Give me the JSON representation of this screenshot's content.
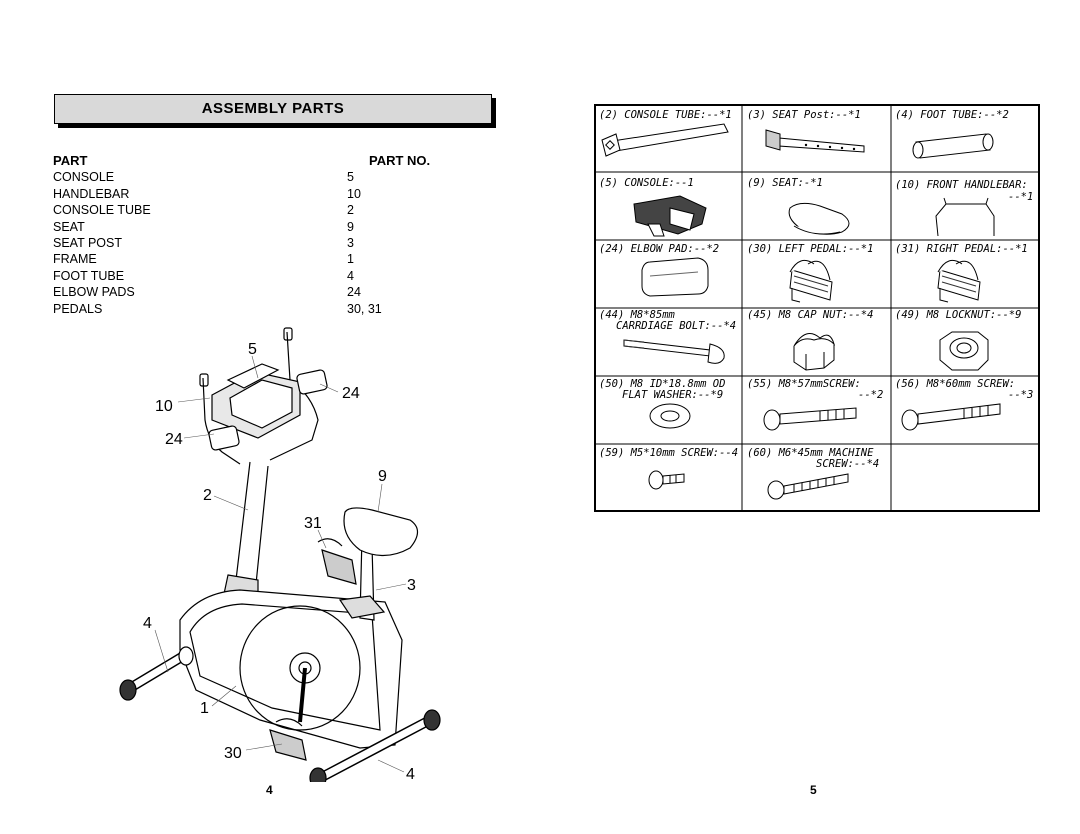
{
  "title": "ASSEMBLY PARTS",
  "table": {
    "header_part": "PART",
    "header_no": "PART NO.",
    "rows": [
      {
        "part": "CONSOLE",
        "no": "5"
      },
      {
        "part": "HANDLEBAR",
        "no": "10"
      },
      {
        "part": "CONSOLE TUBE",
        "no": "2"
      },
      {
        "part": "SEAT",
        "no": "9"
      },
      {
        "part": "SEAT POST",
        "no": "3"
      },
      {
        "part": "FRAME",
        "no": "1"
      },
      {
        "part": "FOOT TUBE",
        "no": "4"
      },
      {
        "part": "ELBOW PADS",
        "no": "24"
      },
      {
        "part": "PEDALS",
        "no": "30, 31"
      }
    ]
  },
  "callouts": {
    "c5": "5",
    "c10": "10",
    "c24a": "24",
    "c24b": "24",
    "c2": "2",
    "c9": "9",
    "c31": "31",
    "c3": "3",
    "c4a": "4",
    "c1": "1",
    "c30": "30",
    "c4b": "4"
  },
  "hardware": [
    {
      "line1": "(2) CONSOLE TUBE:--*1",
      "line2": ""
    },
    {
      "line1": "(3) SEAT Post:--*1",
      "line2": ""
    },
    {
      "line1": "(4) FOOT TUBE:--*2",
      "line2": ""
    },
    {
      "line1": "(5) CONSOLE:--1",
      "line2": ""
    },
    {
      "line1": "(9) SEAT:-*1",
      "line2": ""
    },
    {
      "line1": "(10) FRONT HANDLEBAR:",
      "line2": "--*1"
    },
    {
      "line1": "(24) ELBOW PAD:--*2",
      "line2": ""
    },
    {
      "line1": "(30) LEFT PEDAL:--*1",
      "line2": ""
    },
    {
      "line1": "(31) RIGHT PEDAL:--*1",
      "line2": ""
    },
    {
      "line1": "(44) M8*85mm",
      "line2": "CARRDIAGE BOLT:--*4"
    },
    {
      "line1": "(45) M8 CAP NUT:--*4",
      "line2": ""
    },
    {
      "line1": "(49) M8 LOCKNUT:--*9",
      "line2": ""
    },
    {
      "line1": "(50) M8 ID*18.8mm OD",
      "line2": "FLAT WASHER:--*9"
    },
    {
      "line1": "(55) M8*57mmSCREW:",
      "line2": "--*2"
    },
    {
      "line1": "(56) M8*60mm SCREW:",
      "line2": "--*3"
    },
    {
      "line1": "(59) M5*10mm SCREW:--4",
      "line2": ""
    },
    {
      "line1": "(60) M6*45mm MACHINE",
      "line2": "SCREW:--*4"
    }
  ],
  "page_left": "4",
  "page_right": "5"
}
